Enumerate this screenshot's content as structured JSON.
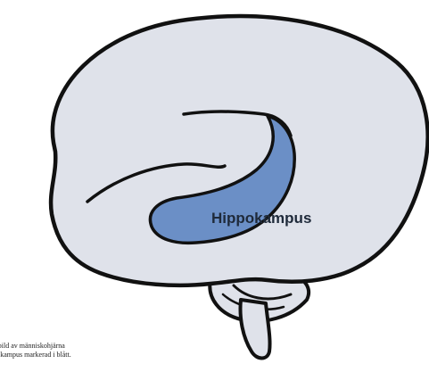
{
  "figure": {
    "region_label": "Hippokampus",
    "caption_line_1": "erad bild av människohjärna",
    "caption_line_2": "hippokampus markerad i blått.",
    "colors": {
      "brain_fill": "#dfe2ea",
      "outline": "#111111",
      "hippocampus_fill": "#6b8fc6",
      "label_text": "#1f2a3a"
    }
  }
}
